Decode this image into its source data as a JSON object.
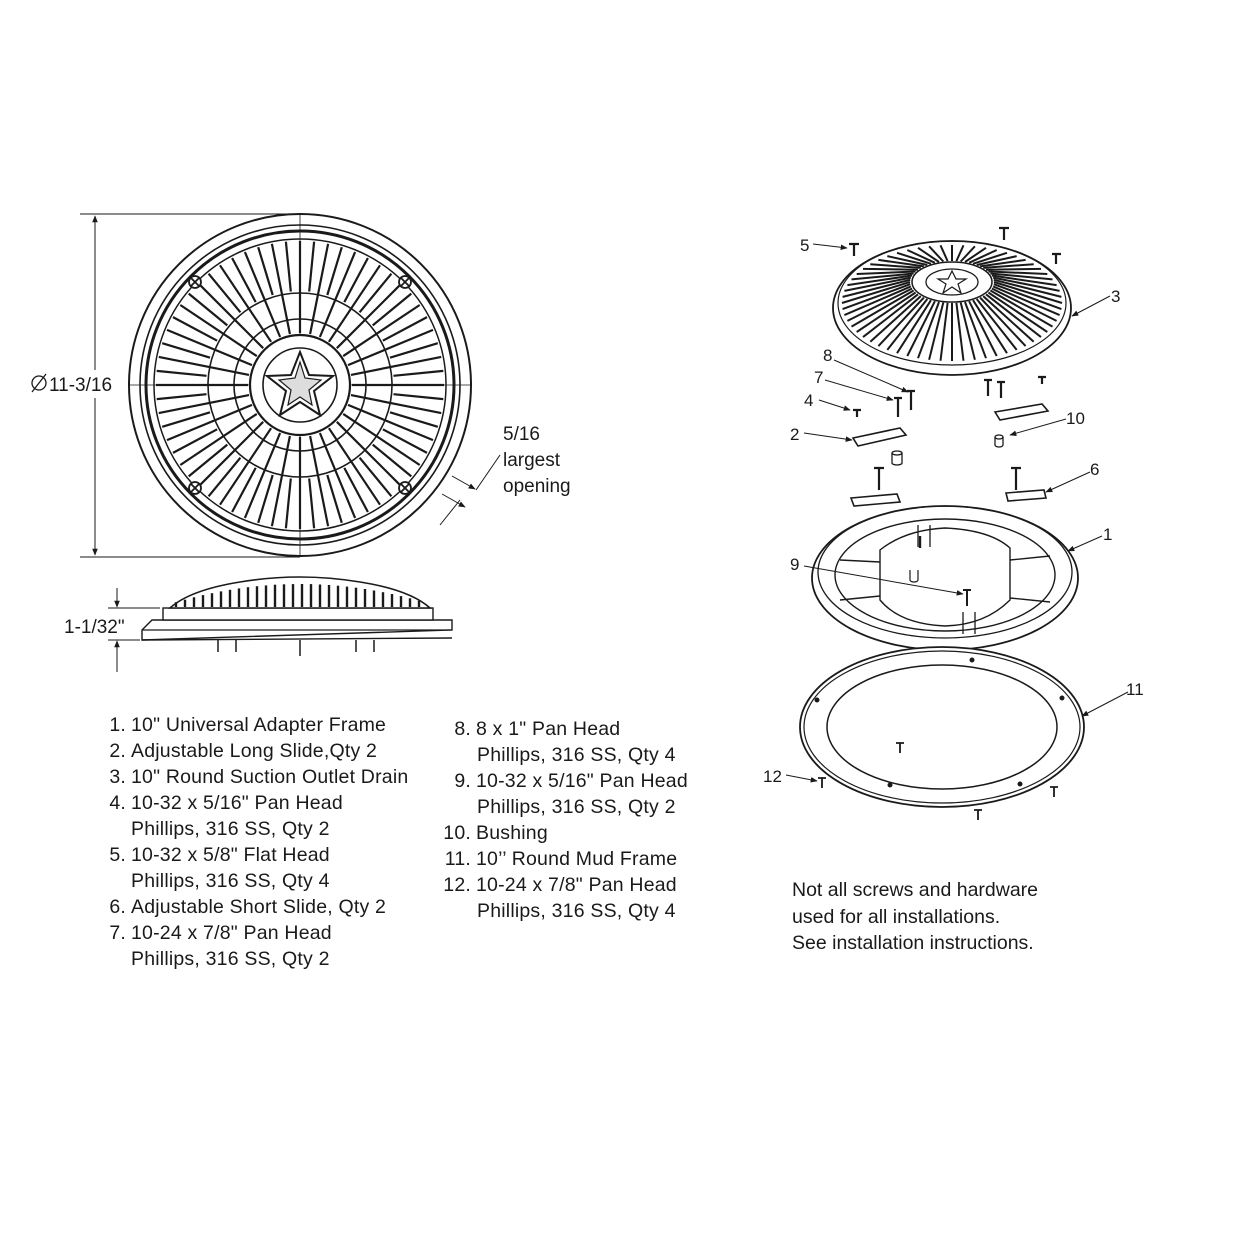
{
  "dimensions": {
    "diameter_label": "11-3/16",
    "height_label": "1-1/32\"",
    "opening_label": [
      "5/16",
      "largest",
      "opening"
    ]
  },
  "parts_left": [
    {
      "num": "1.",
      "text": "10\" Universal Adapter Frame"
    },
    {
      "num": "2.",
      "text": "Adjustable Long Slide,Qty 2"
    },
    {
      "num": "3.",
      "text": "10\" Round Suction Outlet Drain"
    },
    {
      "num": "4.",
      "text": "10-32 x 5/16\" Pan Head",
      "cont": "Phillips, 316 SS, Qty 2"
    },
    {
      "num": "5.",
      "text": "10-32 x 5/8\" Flat Head",
      "cont": "Phillips, 316 SS, Qty 4"
    },
    {
      "num": "6.",
      "text": "Adjustable Short Slide, Qty 2"
    },
    {
      "num": "7.",
      "text": "10-24 x 7/8\" Pan Head",
      "cont": "Phillips, 316 SS, Qty 2"
    }
  ],
  "parts_right": [
    {
      "num": "8.",
      "text": "8 x 1\" Pan Head",
      "cont": "Phillips, 316 SS, Qty 4"
    },
    {
      "num": "9.",
      "text": "10-32 x 5/16\" Pan Head",
      "cont": "Phillips, 316 SS, Qty 2"
    },
    {
      "num": "10.",
      "text": "Bushing"
    },
    {
      "num": "11.",
      "text": "10’’ Round Mud Frame"
    },
    {
      "num": "12.",
      "text": "10-24 x 7/8\" Pan Head",
      "cont": "Phillips, 316 SS, Qty 4"
    }
  ],
  "note": [
    "Not all screws and hardware",
    "used for all installations.",
    "See installation instructions."
  ],
  "callouts": [
    "1",
    "2",
    "3",
    "4",
    "5",
    "6",
    "7",
    "8",
    "9",
    "10",
    "11",
    "12"
  ]
}
